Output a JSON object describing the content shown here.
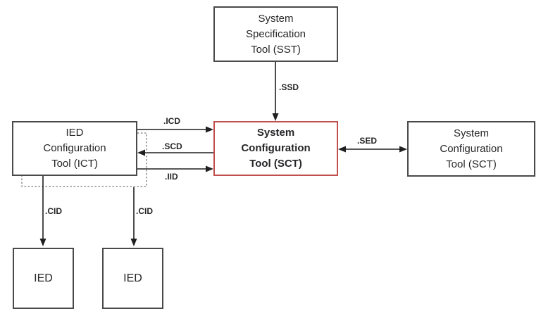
{
  "colors": {
    "background": "#ffffff",
    "box-border": "#4a4a4c",
    "highlight-border": "#c0504d",
    "arrow": "#1f1f1f",
    "dotted-line": "#7a7a7a",
    "text": "#262629"
  },
  "diagram": {
    "boxes": {
      "sst": {
        "lines": [
          "System",
          "Specification",
          "Tool (SST)"
        ]
      },
      "ict": {
        "lines": [
          "IED",
          "Configuration",
          "Tool (ICT)"
        ]
      },
      "sct_center": {
        "lines": [
          "System",
          "Configuration",
          "Tool (SCT)"
        ],
        "highlighted": "true"
      },
      "sct_right": {
        "lines": [
          "System",
          "Configuration",
          "Tool (SCT)"
        ]
      },
      "ied_left": {
        "label": "IED"
      },
      "ied_right": {
        "label": "IED"
      }
    },
    "edge_labels": {
      "ssd": ".SSD",
      "icd": ".ICD",
      "scd": ".SCD",
      "iid": ".IID",
      "sed": ".SED",
      "cid_left": ".CID",
      "cid_right": ".CID"
    }
  }
}
